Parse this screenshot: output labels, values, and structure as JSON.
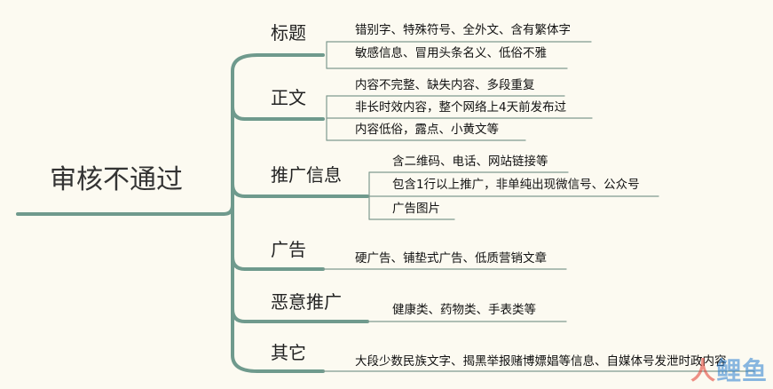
{
  "root": "审核不通过",
  "colors": {
    "branch": "#6f9a8d",
    "leaf_line": "#7f9a90",
    "background": "#fcfaf1"
  },
  "categories": [
    {
      "label": "标题",
      "items": [
        "错别字、特殊符号、全外文、含有繁体字",
        "敏感信息、冒用头条名义、低俗不雅"
      ]
    },
    {
      "label": "正文",
      "items": [
        "内容不完整、缺失内容、多段重复",
        "非长时效内容，整个网络上4天前发布过",
        "内容低俗，露点、小黄文等"
      ]
    },
    {
      "label": "推广信息",
      "items": [
        "含二维码、电话、网站链接等",
        "包含1行以上推广，非单纯出现微信号、公众号",
        "广告图片"
      ]
    },
    {
      "label": "广告",
      "items": [
        "硬广告、铺垫式广告、低质营销文章"
      ]
    },
    {
      "label": "恶意推广",
      "items": [
        "健康类、药物类、手表类等"
      ]
    },
    {
      "label": "其它",
      "items": [
        "大段少数民族文字、揭黑举报赌博嫖娼等信息、自媒体号发泄时政内容"
      ]
    }
  ],
  "watermark": {
    "part1": "人",
    "part2": "鲤鱼"
  }
}
